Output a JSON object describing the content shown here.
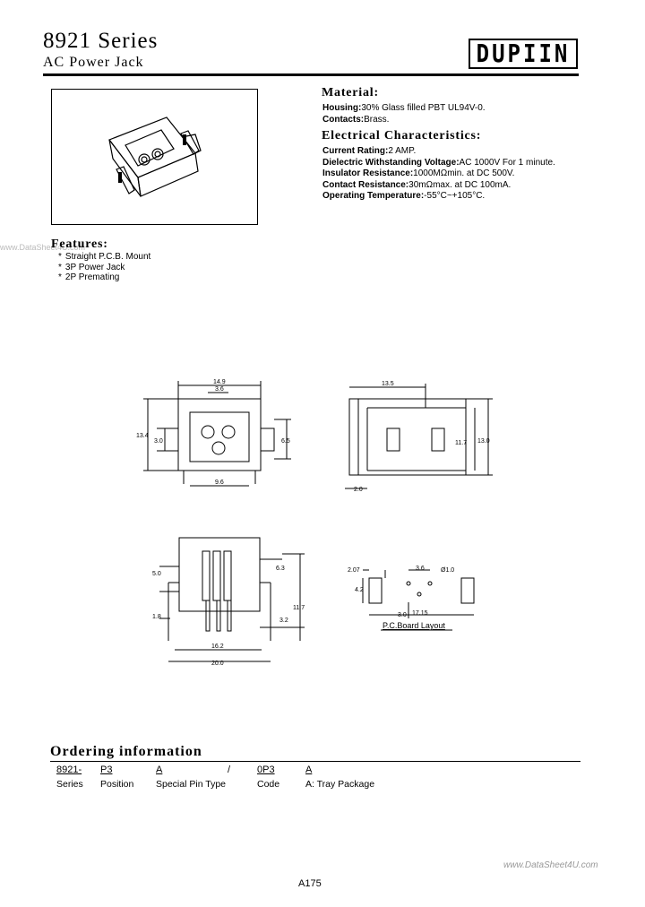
{
  "header": {
    "title": "8921 Series",
    "subtitle": "AC Power Jack",
    "logo_text": "DUPIIN"
  },
  "material": {
    "heading": "Material:",
    "items": [
      {
        "label": "Housing:",
        "value": "30% Glass filled PBT UL94V-0."
      },
      {
        "label": "Contacts:",
        "value": "Brass."
      }
    ]
  },
  "electrical": {
    "heading": "Electrical Characteristics:",
    "items": [
      {
        "label": "Current Rating:",
        "value": "2 AMP."
      },
      {
        "label": "Dielectric Withstanding Voltage:",
        "value": "AC 1000V For 1 minute."
      },
      {
        "label": "Insulator Resistance:",
        "value": "1000MΩmin. at DC 500V."
      },
      {
        "label": "Contact Resistance:",
        "value": "30mΩmax. at DC 100mA."
      },
      {
        "label": "Operating Temperature:",
        "value": "-55°C~+105°C."
      }
    ]
  },
  "features": {
    "heading": "Features:",
    "bullet": "*",
    "items": [
      "Straight P.C.B. Mount",
      "3P Power Jack",
      "2P Premating"
    ]
  },
  "drawing": {
    "front_dims": [
      "14.9",
      "3.6",
      "13.4",
      "3.0",
      "6.5",
      "9.6"
    ],
    "side_dims": [
      "13.5",
      "11.7",
      "13.0",
      "2.0"
    ],
    "bottom_dims": [
      "5.0",
      "6.3",
      "11.7",
      "1.8",
      "3.2",
      "16.2",
      "20.0"
    ],
    "pcb_dims": [
      "2.07",
      "3.6",
      "Ø1.0",
      "4.2",
      "3.0",
      "17.15"
    ],
    "pcb_caption": "P.C.Board Layout"
  },
  "ordering": {
    "heading": "Ordering information",
    "codes": [
      "8921-",
      "P3",
      "A",
      "/",
      "0P3",
      "A"
    ],
    "labels": [
      "Series",
      "Position",
      "Special Pin Type",
      "Code",
      "A: Tray Package"
    ]
  },
  "watermarks": {
    "left": "www.DataSheet4U.com",
    "right": "www.DataSheet4U.com"
  },
  "footer": {
    "page": "A175"
  }
}
